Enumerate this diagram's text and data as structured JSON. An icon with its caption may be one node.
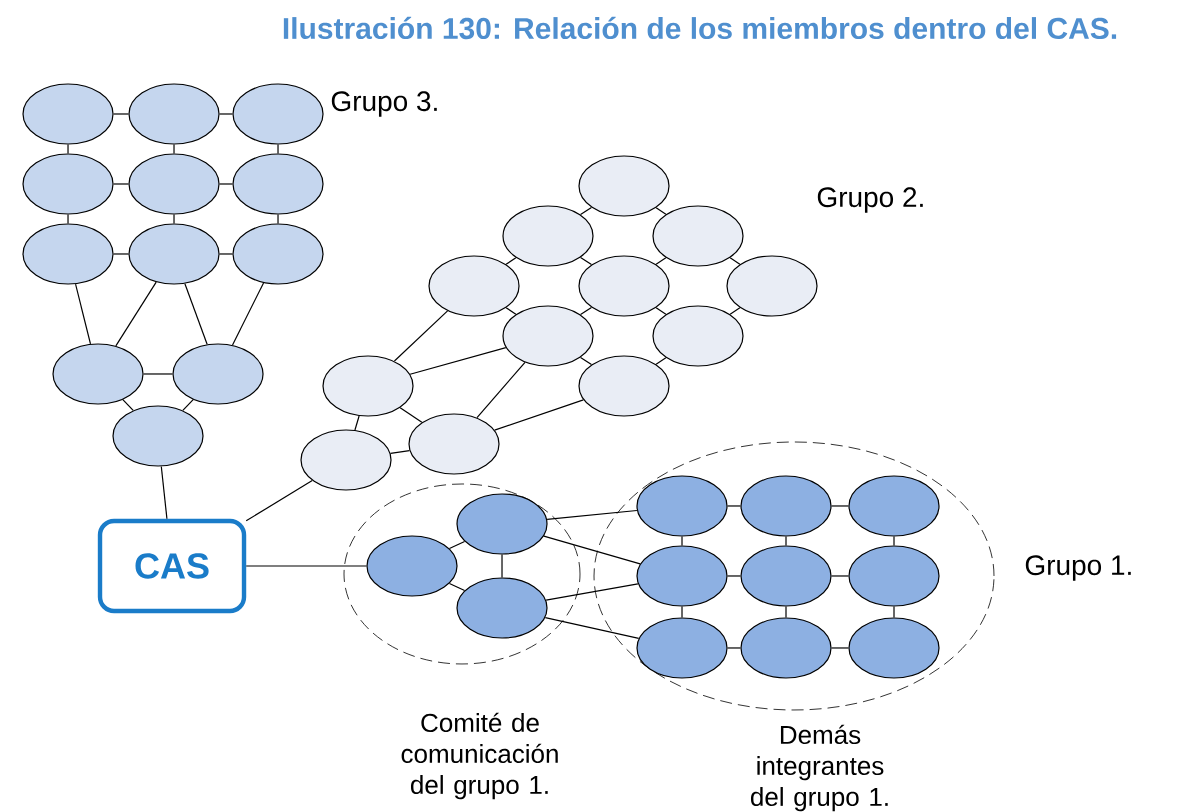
{
  "diagram": {
    "title": "Ilustración 130: Relación de los miembros dentro del CAS.",
    "nodes": [
      {
        "text": [],
        "shape": "ellipse"
      },
      {
        "text": [],
        "shape": "ellipse"
      },
      {
        "text": [],
        "shape": "ellipse"
      },
      {
        "text": [],
        "shape": "ellipse"
      },
      {
        "text": [],
        "shape": "ellipse"
      },
      {
        "text": [],
        "shape": "ellipse"
      },
      {
        "text": [],
        "shape": "ellipse"
      },
      {
        "text": [],
        "shape": "ellipse"
      },
      {
        "text": [],
        "shape": "ellipse"
      },
      {
        "text": [],
        "shape": "ellipse"
      },
      {
        "text": [],
        "shape": "ellipse"
      },
      {
        "text": [],
        "shape": "ellipse"
      },
      {
        "text": [],
        "shape": "ellipse"
      },
      {
        "text": [],
        "shape": "ellipse"
      },
      {
        "text": [],
        "shape": "ellipse"
      },
      {
        "text": [],
        "shape": "ellipse"
      },
      {
        "text": [],
        "shape": "ellipse"
      },
      {
        "text": [],
        "shape": "ellipse"
      },
      {
        "text": [],
        "shape": "ellipse"
      },
      {
        "text": [],
        "shape": "ellipse"
      },
      {
        "text": [],
        "shape": "ellipse"
      },
      {
        "text": [],
        "shape": "ellipse"
      },
      {
        "text": [],
        "shape": "ellipse"
      },
      {
        "text": [],
        "shape": "ellipse"
      },
      {
        "text": [
          "CAS"
        ]
      },
      {
        "text": [
          "Comité de comunicación del grupo 1."
        ]
      },
      {
        "text": [],
        "shape": "ellipse",
        "in": 25
      },
      {
        "text": [],
        "shape": "ellipse",
        "in": 25
      },
      {
        "text": [],
        "shape": "ellipse",
        "in": 25
      },
      {
        "text": [
          "Demás integrantes del grupo 1."
        ]
      },
      {
        "text": [],
        "shape": "ellipse",
        "in": 29
      },
      {
        "text": [],
        "shape": "ellipse",
        "in": 29
      },
      {
        "text": [],
        "shape": "ellipse",
        "in": 29
      },
      {
        "text": [],
        "shape": "ellipse",
        "in": 29
      },
      {
        "text": [],
        "shape": "ellipse",
        "in": 29
      },
      {
        "text": [],
        "shape": "ellipse",
        "in": 29
      },
      {
        "text": [],
        "shape": "ellipse",
        "in": 29
      },
      {
        "text": [],
        "shape": "ellipse",
        "in": 29
      },
      {
        "text": [],
        "shape": "ellipse",
        "in": 29
      }
    ],
    "edges": [
      {
        "from": 0,
        "to": 1,
        "arrow": "none"
      },
      {
        "from": 1,
        "to": 2,
        "arrow": "none"
      },
      {
        "from": 3,
        "to": 4,
        "arrow": "none"
      },
      {
        "from": 4,
        "to": 5,
        "arrow": "none"
      },
      {
        "from": 6,
        "to": 7,
        "arrow": "none"
      },
      {
        "from": 7,
        "to": 8,
        "arrow": "none"
      },
      {
        "from": 0,
        "to": 3,
        "arrow": "none"
      },
      {
        "from": 1,
        "to": 4,
        "arrow": "none"
      },
      {
        "from": 2,
        "to": 5,
        "arrow": "none"
      },
      {
        "from": 3,
        "to": 6,
        "arrow": "none"
      },
      {
        "from": 4,
        "to": 7,
        "arrow": "none"
      },
      {
        "from": 5,
        "to": 8,
        "arrow": "none"
      },
      {
        "from": 6,
        "to": 9,
        "arrow": "none"
      },
      {
        "from": 7,
        "to": 9,
        "arrow": "none"
      },
      {
        "from": 7,
        "to": 10,
        "arrow": "none"
      },
      {
        "from": 8,
        "to": 10,
        "arrow": "none"
      },
      {
        "from": 9,
        "to": 10,
        "arrow": "none"
      },
      {
        "from": 9,
        "to": 11,
        "arrow": "none"
      },
      {
        "from": 10,
        "to": 11,
        "arrow": "none"
      },
      {
        "from": 11,
        "to": 24,
        "arrow": "none"
      },
      {
        "from": 12,
        "to": 13,
        "arrow": "none"
      },
      {
        "from": 12,
        "to": 14,
        "arrow": "none"
      },
      {
        "from": 13,
        "to": 15,
        "arrow": "none"
      },
      {
        "from": 13,
        "to": 16,
        "arrow": "none"
      },
      {
        "from": 14,
        "to": 16,
        "arrow": "none"
      },
      {
        "from": 14,
        "to": 17,
        "arrow": "none"
      },
      {
        "from": 15,
        "to": 18,
        "arrow": "none"
      },
      {
        "from": 16,
        "to": 18,
        "arrow": "none"
      },
      {
        "from": 16,
        "to": 19,
        "arrow": "none"
      },
      {
        "from": 17,
        "to": 19,
        "arrow": "none"
      },
      {
        "from": 18,
        "to": 20,
        "arrow": "none"
      },
      {
        "from": 19,
        "to": 20,
        "arrow": "none"
      },
      {
        "from": 21,
        "to": 15,
        "arrow": "none"
      },
      {
        "from": 21,
        "to": 18,
        "arrow": "none"
      },
      {
        "from": 21,
        "to": 22,
        "arrow": "none"
      },
      {
        "from": 22,
        "to": 18,
        "arrow": "none"
      },
      {
        "from": 22,
        "to": 20,
        "arrow": "none"
      },
      {
        "from": 21,
        "to": 23,
        "arrow": "none"
      },
      {
        "from": 23,
        "to": 22,
        "arrow": "none"
      },
      {
        "from": 23,
        "to": 24,
        "arrow": "none"
      },
      {
        "from": 24,
        "to": 26,
        "arrow": "none"
      },
      {
        "from": 26,
        "to": 27,
        "arrow": "none"
      },
      {
        "from": 26,
        "to": 28,
        "arrow": "none"
      },
      {
        "from": 27,
        "to": 28,
        "arrow": "none"
      },
      {
        "from": 27,
        "to": 30,
        "arrow": "none"
      },
      {
        "from": 27,
        "to": 33,
        "arrow": "none"
      },
      {
        "from": 28,
        "to": 33,
        "arrow": "none"
      },
      {
        "from": 28,
        "to": 36,
        "arrow": "none"
      },
      {
        "from": 30,
        "to": 31,
        "arrow": "none"
      },
      {
        "from": 31,
        "to": 32,
        "arrow": "none"
      },
      {
        "from": 33,
        "to": 34,
        "arrow": "none"
      },
      {
        "from": 34,
        "to": 35,
        "arrow": "none"
      },
      {
        "from": 36,
        "to": 37,
        "arrow": "none"
      },
      {
        "from": 37,
        "to": 38,
        "arrow": "none"
      },
      {
        "from": 30,
        "to": 33,
        "arrow": "none"
      },
      {
        "from": 33,
        "to": 36,
        "arrow": "none"
      },
      {
        "from": 31,
        "to": 34,
        "arrow": "none"
      },
      {
        "from": 34,
        "to": 37,
        "arrow": "none"
      },
      {
        "from": 32,
        "to": 35,
        "arrow": "none"
      },
      {
        "from": 35,
        "to": 38,
        "arrow": "none"
      }
    ],
    "labels": [
      "Grupo 3.",
      "Grupo 2.",
      "Grupo 1."
    ]
  }
}
